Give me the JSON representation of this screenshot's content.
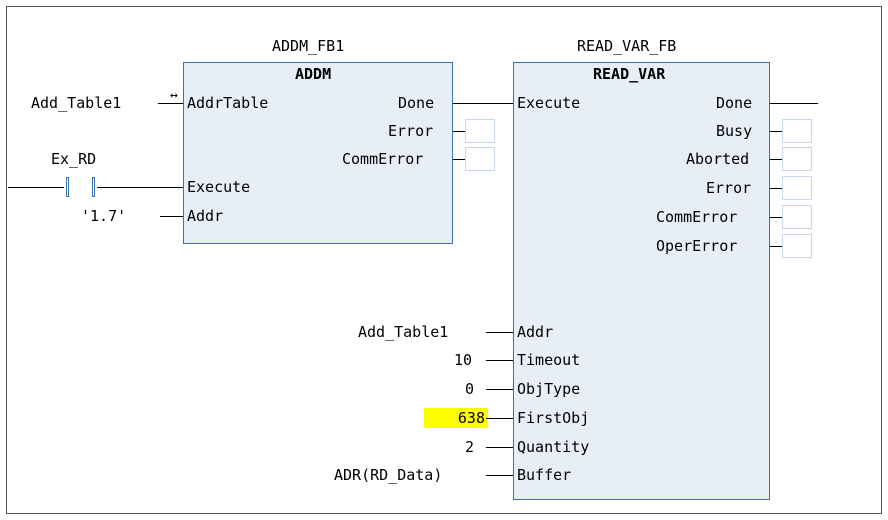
{
  "addm_block": {
    "instance": "ADDM_FB1",
    "type": "ADDM",
    "inputs": [
      "AddrTable",
      "Execute",
      "Addr"
    ],
    "outputs": [
      "Done",
      "Error",
      "CommError"
    ],
    "bidirectional_symbol": "↔"
  },
  "read_block": {
    "instance": "READ_VAR_FB",
    "type": "READ_VAR",
    "inputs": [
      "Execute",
      "Addr",
      "Timeout",
      "ObjType",
      "FirstObj",
      "Quantity",
      "Buffer"
    ],
    "outputs": [
      "Done",
      "Busy",
      "Aborted",
      "Error",
      "CommError",
      "OperError"
    ]
  },
  "variables": {
    "add_table_left": "Add_Table1",
    "contact_label": "Ex_RD",
    "addr_literal": "'1.7'",
    "add_table_right": "Add_Table1",
    "timeout": "10",
    "objtype": "0",
    "firstobj": "638",
    "quantity": "2",
    "buffer": "ADR(RD_Data)"
  },
  "colors": {
    "block_fill": "#e8eef7",
    "block_border": "#3a6fb0",
    "highlight": "#ffff00"
  }
}
